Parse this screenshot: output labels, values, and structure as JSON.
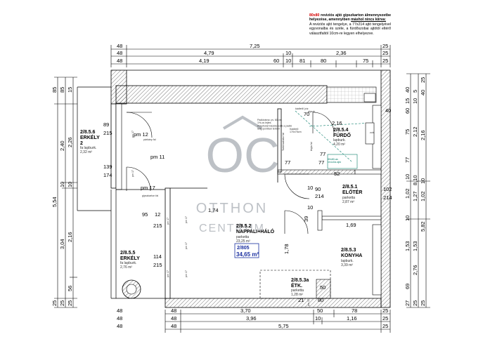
{
  "note": {
    "head_red": "80x80",
    "head_rest": " reviziós ajtó gipszkarton álmennyezetbe helyezése, amennyiben",
    "head_underlined": "máshol nincs kiírva:",
    "body": "A reviziós ajtó tengelye, a 77x214 ajtó tengelyével egyvonalba és széle, a fürdőszobai ajtótól eltérő választfaltól 10cm-re legyen elhelyezve."
  },
  "watermark": {
    "logo": "OC",
    "line1": "OTTHON",
    "line2": "CENTRUM",
    "color": "#9aa0a6"
  },
  "dims_top": {
    "r1": {
      "a": "48",
      "b": "7,25",
      "c": "25"
    },
    "r2": {
      "a": "48",
      "b": "4,79",
      "c": "10",
      "d": "2,36",
      "e": "25"
    },
    "r3": {
      "a": "48",
      "b": "4,19",
      "c": "60",
      "d": "10",
      "e": "81",
      "f": "80",
      "g": "75",
      "h": "25"
    }
  },
  "dims_bottom": {
    "r1": {
      "a": "48",
      "b": "3,70",
      "c": "50",
      "d": "78",
      "e": "25"
    },
    "r2": {
      "a": "48",
      "b": "3,96",
      "c": "10",
      "d": "1,16",
      "e": "25"
    },
    "r3": {
      "a": "48",
      "b": "5,75",
      "c": "25"
    }
  },
  "dims_left": {
    "outer": [
      "85",
      "5,54",
      "25"
    ],
    "mid": [
      "85",
      "2,40",
      "10",
      "3,04",
      "25"
    ],
    "inner": [
      "15",
      "2,26",
      "10",
      "2,16",
      "56",
      "25"
    ]
  },
  "dims_right": {
    "c1": [
      "40",
      "15",
      "60",
      "75",
      "77",
      "10",
      "1,02",
      "10",
      "1,53",
      "69",
      "27"
    ],
    "c2": [
      "5",
      "10",
      "2,12",
      "8,10",
      "1,27",
      "1,53",
      "2,76",
      "25"
    ],
    "c3": [
      "25",
      "40",
      "2,16",
      "10",
      "1,02",
      "5,82",
      "25"
    ]
  },
  "rooms": [
    {
      "id": "2/8.5.6",
      "name": "ERKÉLY",
      "sub": "2",
      "floor": "fa lapburk.",
      "area": "2,32 m²"
    },
    {
      "id": "2/8.5.4",
      "name": "FÜRDŐ",
      "floor": "lapburk.",
      "area": "4,20 m²"
    },
    {
      "id": "2/8.5.1",
      "name": "ELŐTÉR",
      "floor": "parketta",
      "area": "2,87 m²"
    },
    {
      "id": "2/8.5.2",
      "name": "NAPPALI+HÁLÓ",
      "floor": "parketta",
      "area": "23,25 m²"
    },
    {
      "id": "2/8.5.5",
      "name": "ERKÉLY",
      "floor": "fa lapburk.",
      "area": "2,76 m²"
    },
    {
      "id": "2/8.5.3",
      "name": "KONYHA",
      "floor": "lapburk.",
      "area": "3,39 m²"
    },
    {
      "id": "2/8.5.3a",
      "name": "ÉTK.",
      "floor": "parketta",
      "area": "1,28 m²"
    }
  ],
  "unit": {
    "id": "2/805",
    "area": "34,65 m²",
    "color": "#1a2fa0"
  },
  "openings": {
    "d89": "89",
    "d215a": "215",
    "d139": "139",
    "d174": "174",
    "d95": "95",
    "d215b": "215",
    "d114": "114",
    "d215c": "215",
    "d174b": "1,74",
    "d216": "2,16",
    "d77a": "77",
    "d77b": "77",
    "d90": "90",
    "d214": "214",
    "d77c": "77",
    "d52": "52",
    "d169": "1,69",
    "d178": "1,78",
    "d39": "39",
    "d10a": "10",
    "d10b": "10",
    "d102": "102",
    "d214b": "214",
    "d50": "50",
    "d80": "80",
    "d21": "21",
    "d12": "12",
    "d40": "40",
    "pm17a": "pm 17",
    "pm17b": "pm 17",
    "pm17c": "pm 17",
    "pm17d": "pm 17",
    "pm17e": "pm 17",
    "pm17f": "pm 17",
    "pm17g": "pm 17",
    "pm17h": "pm 17",
    "pm17i": "pm 17",
    "pm11": "pm 11",
    "pm12": "pm 12"
  },
  "small": {
    "rev": "80x80-as\nrevíziós ajtó",
    "teglafal": "tégla",
    "n1": "Padlóráma: pv. 60cm\n1%-os lejtés\nA burkolat kiszélesedik a padló\nlétig-pontban térbeli",
    "n2": "kádtető (víz",
    "n3": "Kádtető\n170x75cm",
    "n4": "Tartó/radiátor fal",
    "n5": "párkány fal",
    "n6": "gipszkarton fal",
    "n7": "gipszk.",
    "n8": "tégla fal",
    "n9": "zuh.",
    "pv": "70"
  }
}
